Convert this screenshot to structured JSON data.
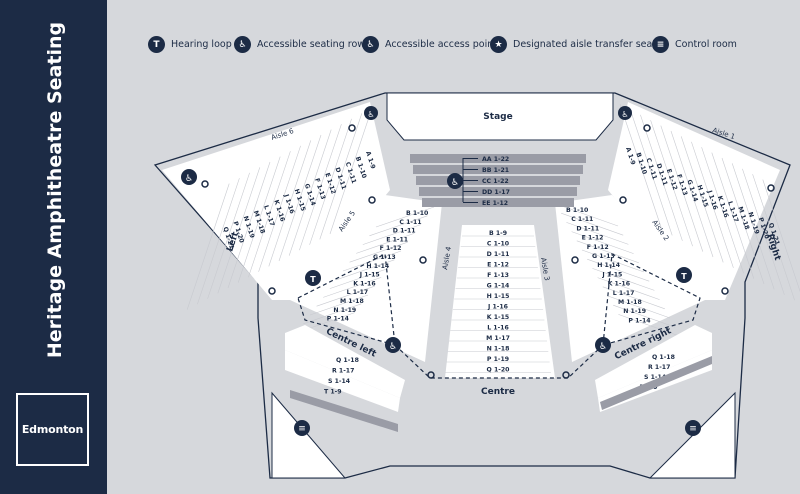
{
  "title": "Heritage Amphitheatre Seating",
  "logo": "Edmonton",
  "legend": [
    {
      "icon": "hearing-loop-icon",
      "glyph": "T",
      "label": "Hearing loop"
    },
    {
      "icon": "accessible-seating-icon",
      "glyph": "♿",
      "label": "Accessible seating row"
    },
    {
      "icon": "accessible-access-point-icon",
      "glyph": "♿",
      "label": "Accessible access point"
    },
    {
      "icon": "star-icon",
      "glyph": "★",
      "label": "Designated aisle transfer seat"
    },
    {
      "icon": "control-room-icon",
      "glyph": "≡",
      "label": "Control room"
    }
  ],
  "labels": {
    "stage": "Stage",
    "aisle1": "Aisle 1",
    "aisle2": "Aisle 2",
    "aisle3": "Aisle 3",
    "aisle4": "Aisle 4",
    "aisle5": "Aisle 5",
    "aisle6": "Aisle 6",
    "left": "Left",
    "right": "Right",
    "centre": "Centre",
    "centre_left": "Centre left",
    "centre_right": "Centre right"
  },
  "colors": {
    "navy": "#1c2b45",
    "background": "#d6d8dc",
    "section": "#ffffff",
    "accessible_row": "#9a9ca6"
  },
  "sections": {
    "front_rows": [
      "AA 1-22",
      "BB 1-21",
      "CC 1-22",
      "DD 1-17",
      "EE 1-12"
    ],
    "centre": [
      "B 1-9",
      "C 1-10",
      "D 1-11",
      "E 1-12",
      "F 1-13",
      "G 1-14",
      "H 1-15",
      "J 1-16",
      "K 1-15",
      "L 1-16",
      "M 1-17",
      "N 1-18",
      "P 1-19",
      "Q 1-20"
    ],
    "inner_left": [
      "B 1-10",
      "C 1-11",
      "D 1-11",
      "E 1-11",
      "F 1-12",
      "G 1-13",
      "H 1-14",
      "J 1-15",
      "K 1-16",
      "L 1-17",
      "M 1-18",
      "N 1-19",
      "P 1-14"
    ],
    "inner_right": [
      "B 1-10",
      "C 1-11",
      "D 1-11",
      "E 1-12",
      "F 1-12",
      "G 1-13",
      "H 1-14",
      "J 1-15",
      "K 1-16",
      "L 1-17",
      "M 1-18",
      "N 1-19",
      "P 1-14"
    ],
    "outer_left": [
      "A 1-9",
      "B 1-10",
      "C 1-11",
      "D 1-11",
      "E 1-12",
      "F 1-13",
      "G 1-14",
      "H 1-15",
      "J 1-16",
      "K 1-16",
      "L 1-17",
      "M 1-18",
      "N 1-19",
      "P 1-20",
      "Q 1-21"
    ],
    "outer_right": [
      "A 1-9",
      "B 1-10",
      "C 1-11",
      "D 1-11",
      "E 1-12",
      "F 1-13",
      "G 1-14",
      "H 1-15",
      "J 1-16",
      "K 1-16",
      "L 1-17",
      "M 1-18",
      "N 1-19",
      "P 1-20",
      "Q 1-21"
    ],
    "centre_left_rows": [
      "Q 1-18",
      "R 1-17",
      "S 1-14",
      "T 1-9"
    ],
    "centre_right_rows": [
      "Q 1-18",
      "R 1-17",
      "S 1-14",
      "T 1-9"
    ]
  }
}
